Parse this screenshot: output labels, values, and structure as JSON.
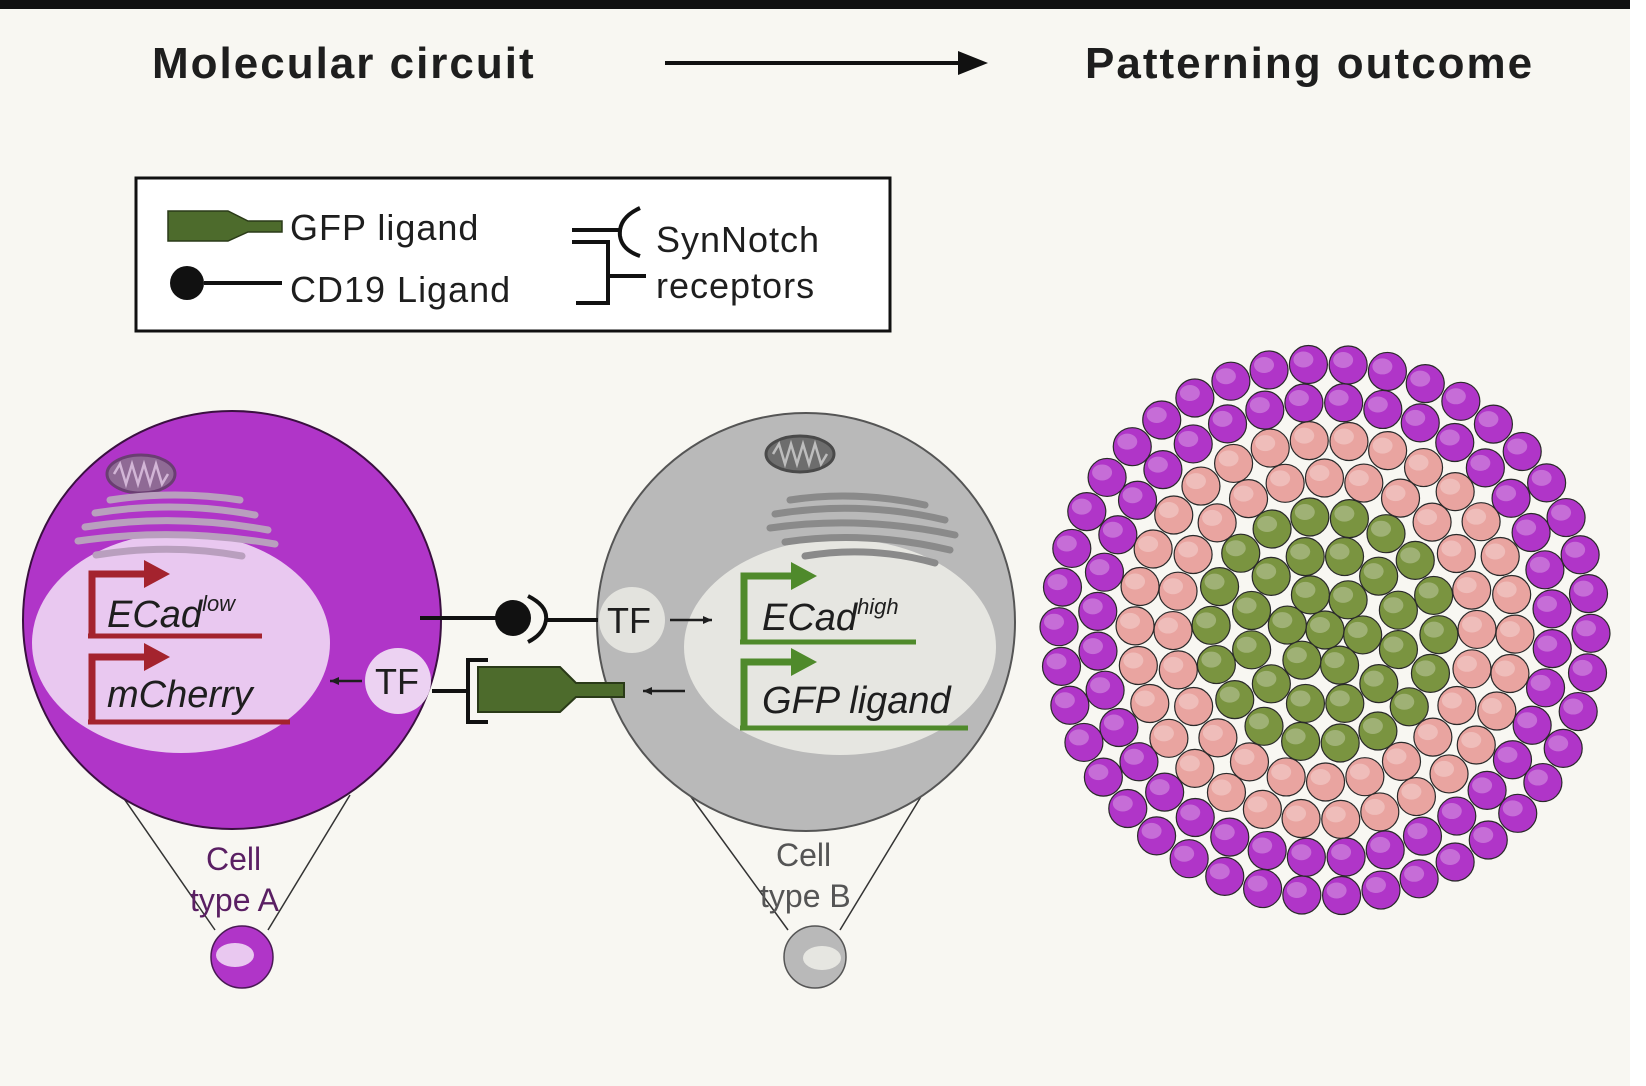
{
  "header": {
    "left_title": "Molecular circuit",
    "right_title": "Patterning outcome"
  },
  "legend": {
    "gfp_ligand": "GFP ligand",
    "cd19_ligand": "CD19 Ligand",
    "synnotch_line1": "SynNotch",
    "synnotch_line2": "receptors"
  },
  "cell_a": {
    "label_line1": "Cell",
    "label_line2": "type A",
    "gene1": "ECad",
    "gene1_sup": "low",
    "gene2": "mCherry",
    "tf": "TF"
  },
  "cell_b": {
    "label_line1": "Cell",
    "label_line2": "type B",
    "gene1": "ECad",
    "gene1_sup": "high",
    "gene2": "GFP ligand",
    "tf": "TF"
  },
  "colors": {
    "magenta": "#b035c8",
    "magenta_light": "#e9c8f0",
    "gray_cell": "#b9b9b9",
    "gray_nucleus": "#e6e6e1",
    "red_promoter": "#a4232e",
    "green_promoter": "#4f8a2b",
    "ligand_green": "#4d6b2c",
    "pink": "#e9a4a0",
    "olive": "#7a9440"
  }
}
